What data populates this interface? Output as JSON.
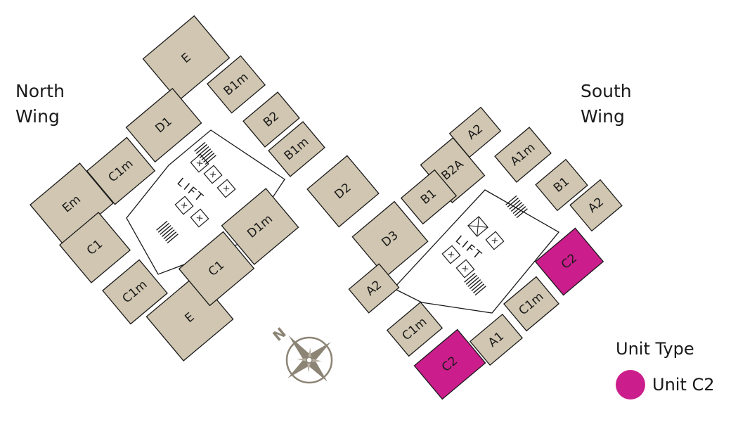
{
  "wings": {
    "north": [
      "North",
      "Wing"
    ],
    "south": [
      "South",
      "Wing"
    ]
  },
  "lift_label": "LIFT",
  "compass_label": "N",
  "legend": {
    "title": "Unit Type",
    "items": [
      {
        "label": "Unit C2",
        "color": "#cc1d8c"
      }
    ]
  },
  "colors": {
    "unit_fill": "#d0c6b1",
    "highlight_fill": "#cc1d8c",
    "compass": "#8c8475"
  },
  "units": [
    {
      "label": "E",
      "highlighted": false
    },
    {
      "label": "B1m",
      "highlighted": false
    },
    {
      "label": "D1",
      "highlighted": false
    },
    {
      "label": "C1m",
      "highlighted": false
    },
    {
      "label": "Em",
      "highlighted": false
    },
    {
      "label": "C1",
      "highlighted": false
    },
    {
      "label": "C1m",
      "highlighted": false
    },
    {
      "label": "E",
      "highlighted": false
    },
    {
      "label": "C1",
      "highlighted": false
    },
    {
      "label": "D1m",
      "highlighted": false
    },
    {
      "label": "B2",
      "highlighted": false
    },
    {
      "label": "B1m",
      "highlighted": false
    },
    {
      "label": "D2",
      "highlighted": false
    },
    {
      "label": "D3",
      "highlighted": false
    },
    {
      "label": "A2",
      "highlighted": false
    },
    {
      "label": "A2",
      "highlighted": false
    },
    {
      "label": "A1m",
      "highlighted": false
    },
    {
      "label": "B2A",
      "highlighted": false
    },
    {
      "label": "B1",
      "highlighted": false
    },
    {
      "label": "B1",
      "highlighted": false
    },
    {
      "label": "A2",
      "highlighted": false
    },
    {
      "label": "C2",
      "highlighted": true
    },
    {
      "label": "C1m",
      "highlighted": false
    },
    {
      "label": "A1",
      "highlighted": false
    },
    {
      "label": "C2",
      "highlighted": true
    },
    {
      "label": "C1m",
      "highlighted": false
    }
  ]
}
